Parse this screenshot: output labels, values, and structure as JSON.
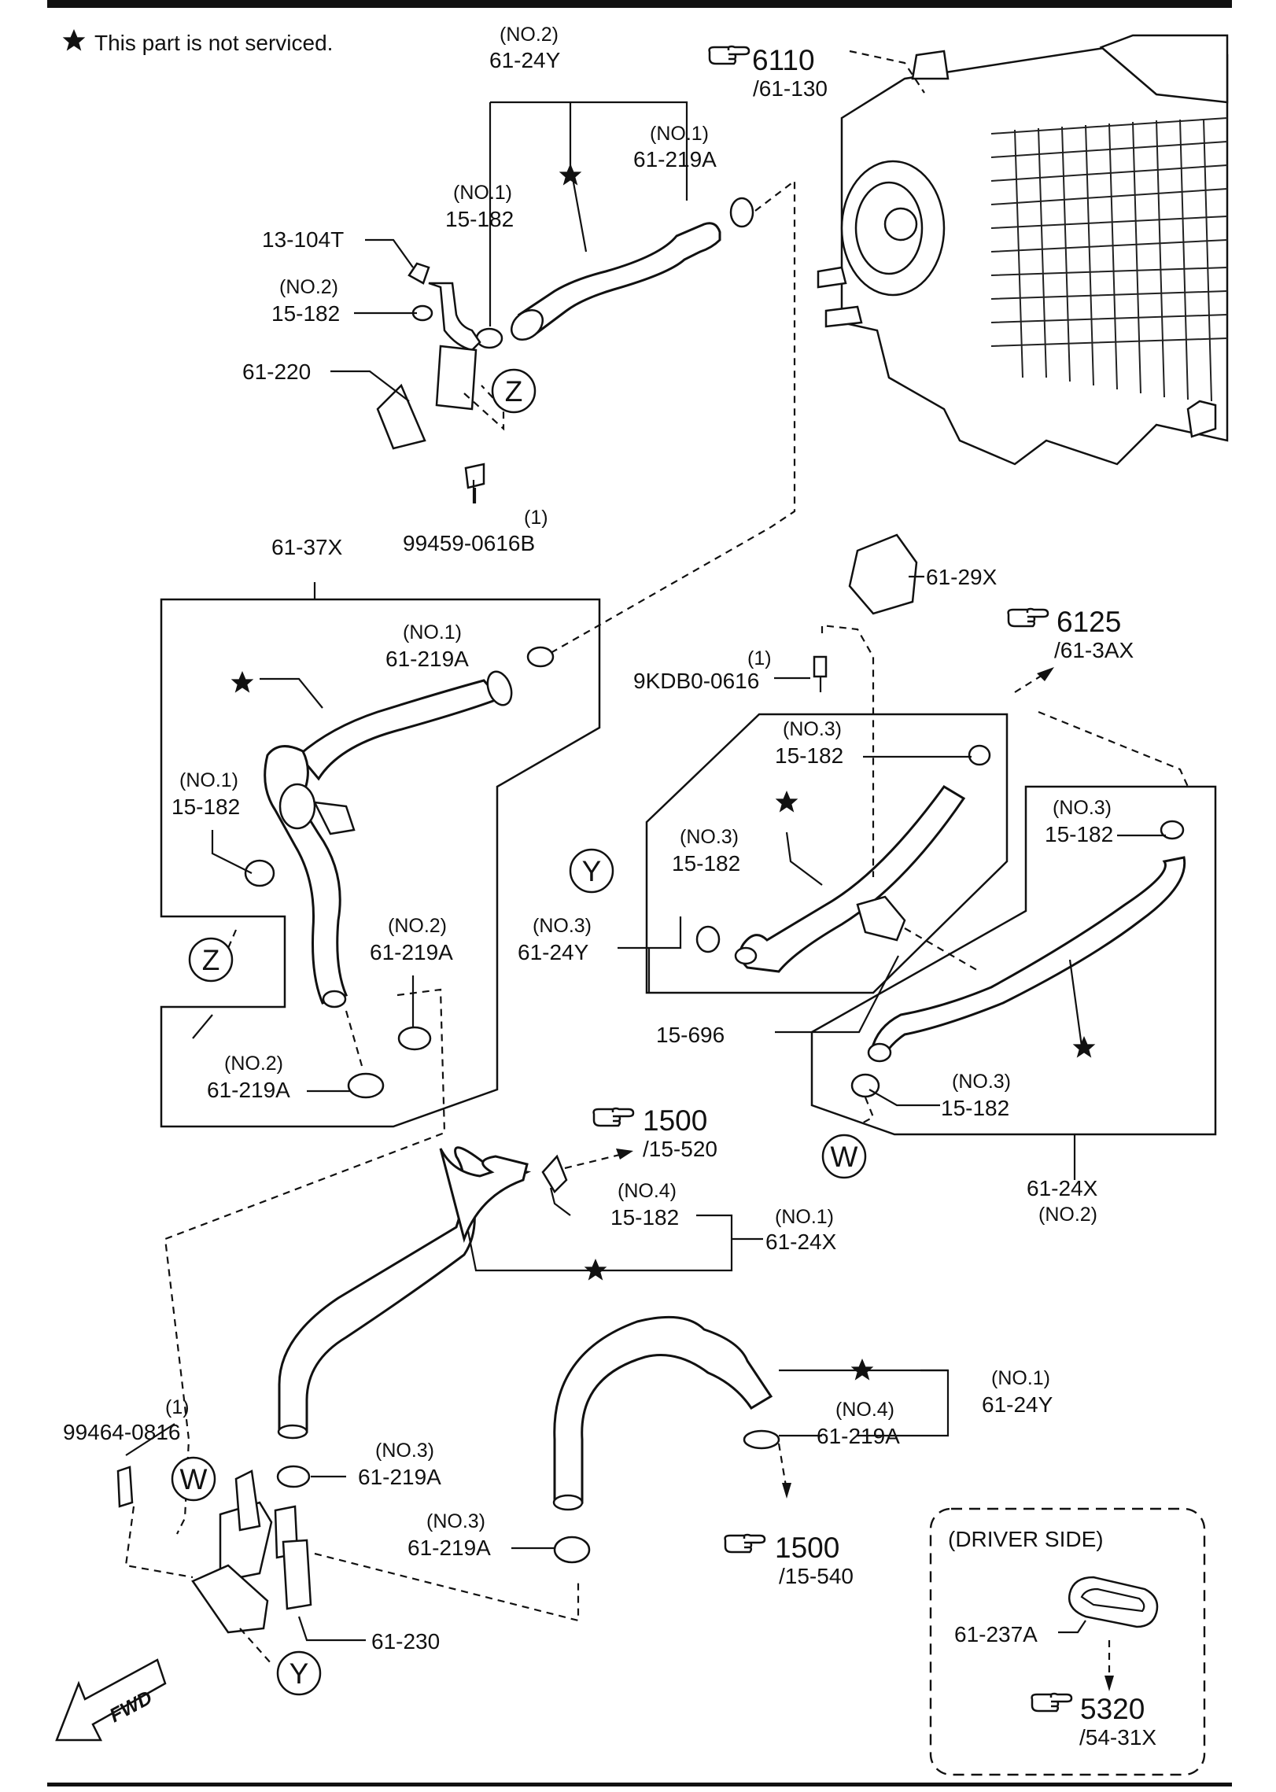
{
  "notice": "This part is not serviced.",
  "labels": {
    "p_6124y_top_pos": "(NO.2)",
    "p_6124y_top": "61-24Y",
    "p_6110": "6110",
    "p_6110_sub": "/61-130",
    "p_61219a_a_pos": "(NO.1)",
    "p_61219a_a": "61-219A",
    "p_15182_a_pos": "(NO.1)",
    "p_15182_a": "15-182",
    "p_13104t": "13-104T",
    "p_15182_b_pos": "(NO.2)",
    "p_15182_b": "15-182",
    "p_61220": "61-220",
    "p_99459_qty": "(1)",
    "p_99459": "99459-0616B",
    "p_6137x": "61-37X",
    "p_61219a_b_pos": "(NO.1)",
    "p_61219a_b": "61-219A",
    "p_15182_c_pos": "(NO.1)",
    "p_15182_c": "15-182",
    "p_61219a_c_pos": "(NO.2)",
    "p_61219a_c": "61-219A",
    "p_61219a_d_pos": "(NO.2)",
    "p_61219a_d": "61-219A",
    "p_6129x": "61-29X",
    "p_6125": "6125",
    "p_6125_sub": "/61-3AX",
    "p_9kdb_qty": "(1)",
    "p_9kdb": "9KDB0-0616",
    "p_15182_d_pos": "(NO.3)",
    "p_15182_d": "15-182",
    "p_15182_e_pos": "(NO.3)",
    "p_15182_e": "15-182",
    "p_15182_f_pos": "(NO.3)",
    "p_15182_f": "15-182",
    "p_6124y_mid_pos": "(NO.3)",
    "p_6124y_mid": "61-24Y",
    "p_15696": "15-696",
    "p_15182_g_pos": "(NO.3)",
    "p_15182_g": "15-182",
    "p_6124x_a": "61-24X",
    "p_6124x_a_pos": "(NO.2)",
    "p_1500_a": "1500",
    "p_1500_a_sub": "/15-520",
    "p_15182_h_pos": "(NO.4)",
    "p_15182_h": "15-182",
    "p_6124x_b_pos": "(NO.1)",
    "p_6124x_b": "61-24X",
    "p_6124y_bot_pos": "(NO.1)",
    "p_6124y_bot": "61-24Y",
    "p_61219a_e_pos": "(NO.4)",
    "p_61219a_e": "61-219A",
    "p_99464_qty": "(1)",
    "p_99464": "99464-0816",
    "p_61219a_f_pos": "(NO.3)",
    "p_61219a_f": "61-219A",
    "p_61219a_g_pos": "(NO.3)",
    "p_61219a_g": "61-219A",
    "p_1500_b": "1500",
    "p_1500_b_sub": "/15-540",
    "p_61230": "61-230",
    "driver_side": "(DRIVER SIDE)",
    "p_61237a": "61-237A",
    "p_5320": "5320",
    "p_5320_sub": "/54-31X",
    "fwd": "FWD"
  },
  "callouts": {
    "z": "Z",
    "y": "Y",
    "w": "W"
  },
  "icons": {
    "star": "star-icon",
    "reference": "pointing-hand-icon",
    "forward": "fwd-arrow-icon"
  }
}
